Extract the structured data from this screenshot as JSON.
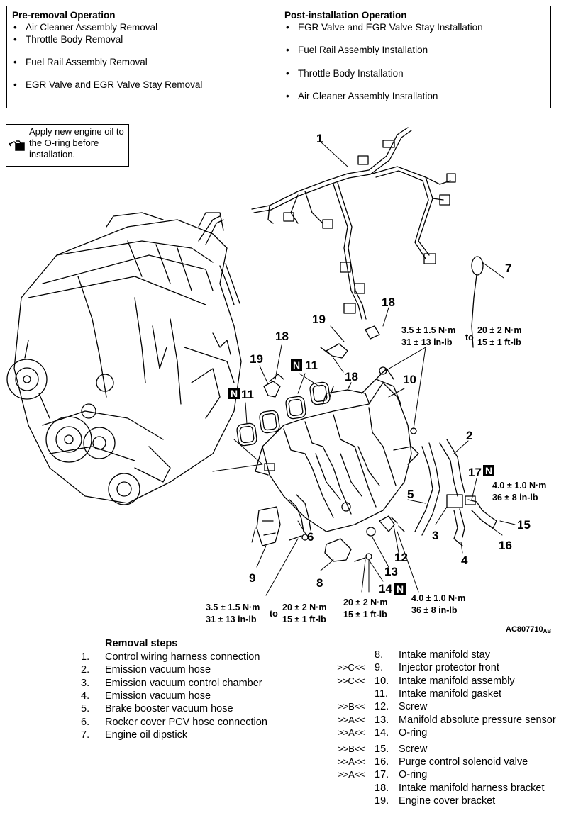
{
  "pre_removal": {
    "title": "Pre-removal Operation",
    "items": [
      "Air Cleaner Assembly Removal",
      "Throttle Body Removal",
      "Fuel Rail Assembly Removal",
      "EGR Valve and EGR Valve Stay Removal"
    ]
  },
  "post_installation": {
    "title": "Post-installation Operation",
    "items": [
      "EGR Valve and EGR Valve Stay Installation",
      "Fuel Rail Assembly Installation",
      "Throttle Body Installation",
      "Air Cleaner Assembly Installation"
    ]
  },
  "bullet": "•",
  "note": {
    "text": "Apply new engine oil to the O-ring before installation.",
    "icon": "oil-can-icon"
  },
  "diagram": {
    "labels": [
      "1",
      "7",
      "18",
      "19",
      "18",
      "11",
      "19",
      "18",
      "11",
      "10",
      "2",
      "17",
      "5",
      "3",
      "15",
      "16",
      "4",
      "6",
      "9",
      "12",
      "13",
      "8",
      "14"
    ],
    "n_mark": "N",
    "to": "to",
    "torques": {
      "t1a": "3.5 ± 1.5 N·m",
      "t1b": "31 ± 13 in-lb",
      "t1c": "20 ± 2 N·m",
      "t1d": "15 ± 1 ft-lb",
      "t2a": "4.0 ± 1.0 N·m",
      "t2b": "36 ± 8 in-lb",
      "t3a": "3.5 ± 1.5 N·m",
      "t3b": "31 ± 13 in-lb",
      "t3c": "20 ± 2 N·m",
      "t3d": "15 ± 1 ft-lb",
      "t4a": "20 ± 2 N·m",
      "t4b": "15 ± 1 ft-lb",
      "t5a": "4.0 ± 1.0 N·m",
      "t5b": "36 ± 8 in-lb"
    },
    "figure_code": "AC807710",
    "figure_suffix": "AB"
  },
  "removal": {
    "heading": "Removal steps",
    "steps": [
      {
        "mark": "",
        "num": "1.",
        "text": "Control wiring harness connection"
      },
      {
        "mark": "",
        "num": "2.",
        "text": "Emission vacuum hose"
      },
      {
        "mark": "",
        "num": "3.",
        "text": "Emission vacuum control chamber"
      },
      {
        "mark": "",
        "num": "4.",
        "text": "Emission vacuum hose"
      },
      {
        "mark": "",
        "num": "5.",
        "text": "Brake booster vacuum hose"
      },
      {
        "mark": "",
        "num": "6.",
        "text": "Rocker cover PCV hose connection"
      },
      {
        "mark": "",
        "num": "7.",
        "text": "Engine oil dipstick"
      },
      {
        "mark": "",
        "num": "8.",
        "text": "Intake manifold stay"
      },
      {
        "mark": ">>C<<",
        "num": "9.",
        "text": "Injector protector front"
      },
      {
        "mark": ">>C<<",
        "num": "10.",
        "text": "Intake manifold assembly"
      },
      {
        "mark": "",
        "num": "11.",
        "text": "Intake manifold gasket"
      },
      {
        "mark": ">>B<<",
        "num": "12.",
        "text": "Screw"
      },
      {
        "mark": ">>A<<",
        "num": "13.",
        "text": "Manifold absolute pressure sensor"
      },
      {
        "mark": ">>A<<",
        "num": "14.",
        "text": "O-ring"
      },
      {
        "mark": ">>B<<",
        "num": "15.",
        "text": "Screw"
      },
      {
        "mark": ">>A<<",
        "num": "16.",
        "text": "Purge control solenoid valve"
      },
      {
        "mark": ">>A<<",
        "num": "17.",
        "text": "O-ring"
      },
      {
        "mark": "",
        "num": "18.",
        "text": "Intake manifold harness bracket"
      },
      {
        "mark": "",
        "num": "19.",
        "text": "Engine cover bracket"
      }
    ]
  }
}
